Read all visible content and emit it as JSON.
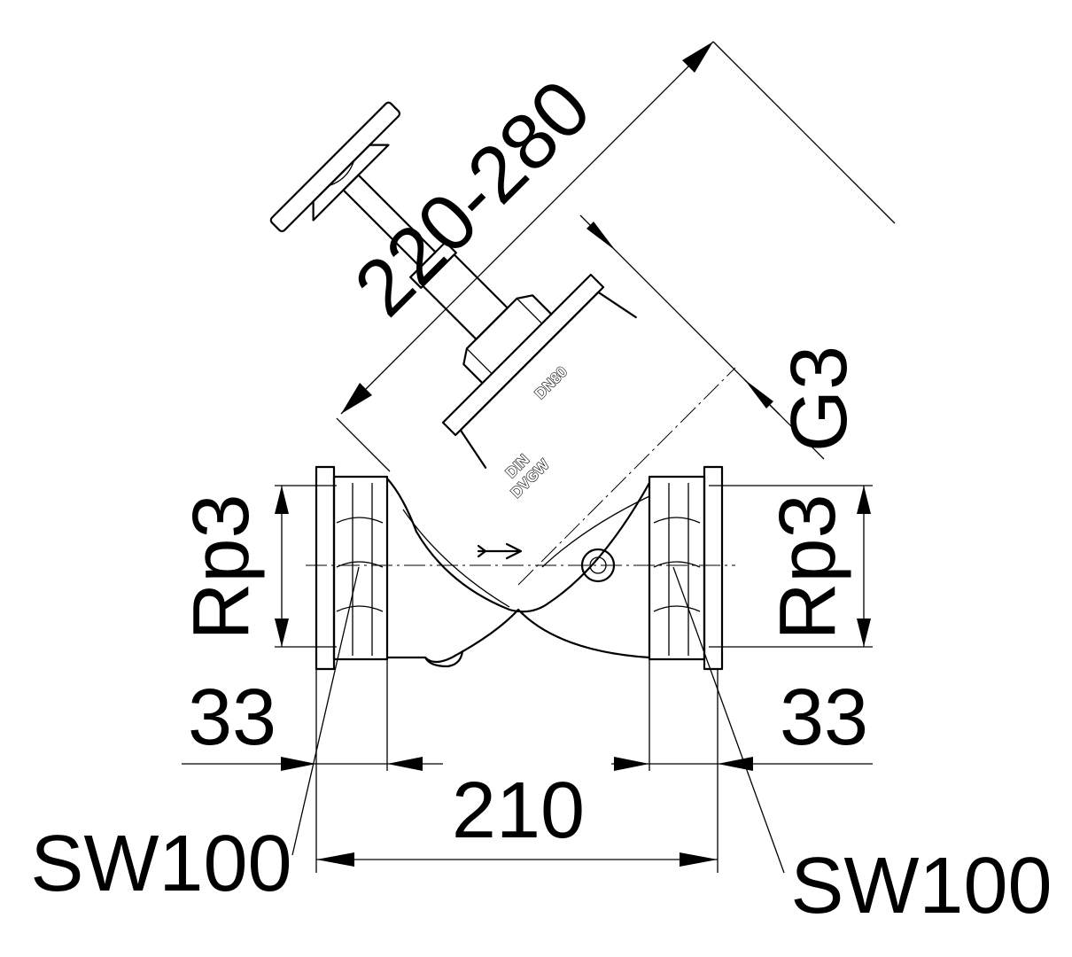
{
  "drawing": {
    "dimensions": {
      "stem_length": "220-280",
      "bonnet_thread": "G3",
      "left_thread": "Rp3",
      "right_thread": "Rp3",
      "left_thread_length": "33",
      "right_thread_length": "33",
      "overall_length": "210",
      "left_wrench_size": "SW100",
      "right_wrench_size": "SW100"
    },
    "body_markings": [
      "DN80",
      "DIN",
      "DVGW"
    ]
  }
}
